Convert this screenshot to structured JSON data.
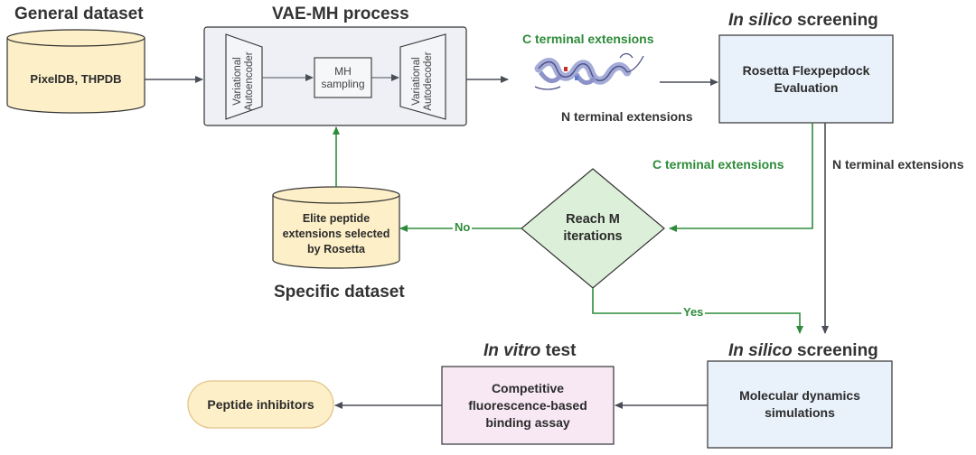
{
  "headings": {
    "general_dataset": "General dataset",
    "vae_mh_process": "VAE-MH process",
    "in_silico_top_italic": "In silico",
    "in_silico_top_rest": " screening",
    "specific_dataset": "Specific dataset",
    "in_vitro_italic": "In vitro",
    "in_vitro_rest": " test",
    "in_silico_bottom_italic": "In silico",
    "in_silico_bottom_rest": " screening"
  },
  "nodes": {
    "general_db": "PixelDB, THPDB",
    "encoder_line1": "Variational",
    "encoder_line2": "Autoencoder",
    "mh_line1": "MH",
    "mh_line2": "sampling",
    "decoder_line1": "Variational",
    "decoder_line2": "Autodecoder",
    "flexpepdock_line1": "Rosetta Flexpepdock",
    "flexpepdock_line2": "Evaluation",
    "elite_line1": "Elite peptide",
    "elite_line2": "extensions selected",
    "elite_line3": "by Rosetta",
    "decision_line1": "Reach M",
    "decision_line2": "iterations",
    "md_line1": "Molecular dynamics",
    "md_line2": "simulations",
    "assay_line1": "Competitive",
    "assay_line2": "fluorescence-based",
    "assay_line3": "binding assay",
    "inhibitors": "Peptide inhibitors"
  },
  "labels": {
    "c_terminal_top": "C terminal extensions",
    "n_terminal_top": "N terminal extensions",
    "c_terminal_mid": "C terminal extensions",
    "n_terminal_mid": "N terminal extensions",
    "no": "No",
    "yes": "Yes"
  },
  "colors": {
    "db_fill": "#fdefc7",
    "process_fill": "#eef0f6",
    "flexpepdock_fill": "#e9f1fb",
    "decision_fill": "#dcefd8",
    "assay_fill": "#f7e8f4",
    "green_line": "#2e8b3a",
    "dark_line": "#4a4f57"
  }
}
